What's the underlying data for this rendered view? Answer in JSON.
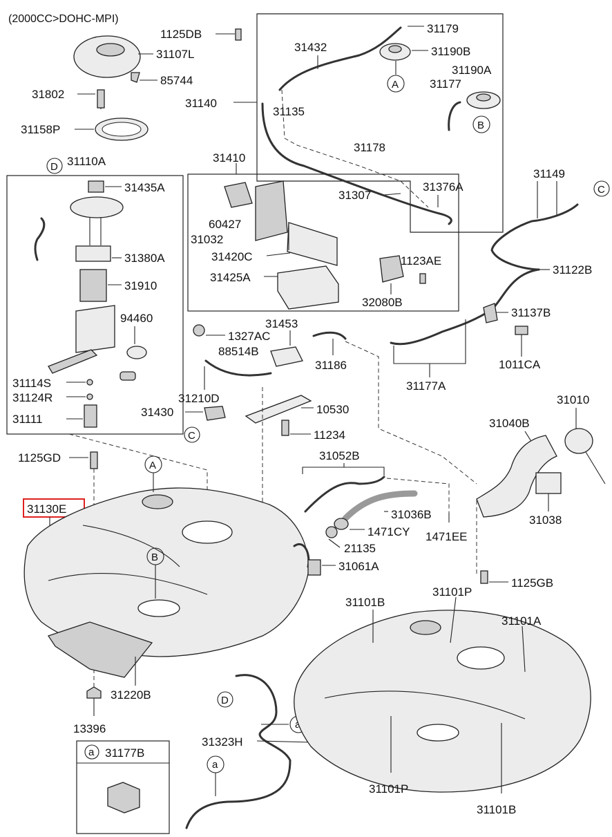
{
  "title": "(2000CC>DOHC-MPI)",
  "highlight": {
    "part": "31130E",
    "color": "#e02020"
  },
  "labels": {
    "p1125DB": "1125DB",
    "p31107L": "31107L",
    "p85744": "85744",
    "p31802": "31802",
    "p31158P": "31158P",
    "p31110A": "31110A",
    "p31435A": "31435A",
    "p31380A": "31380A",
    "p31910": "31910",
    "p94460": "94460",
    "p31114S": "31114S",
    "p31124R": "31124R",
    "p31111": "31111",
    "p31432": "31432",
    "p31179": "31179",
    "p31190B": "31190B",
    "p31190A": "31190A",
    "p31177": "31177",
    "p31140": "31140",
    "p31135": "31135",
    "p31178": "31178",
    "p31307": "31307",
    "p31376A": "31376A",
    "p31410": "31410",
    "p60427": "60427",
    "p31032": "31032",
    "p31420C": "31420C",
    "p1123AE": "1123AE",
    "p31425A": "31425A",
    "p32080B": "32080B",
    "p31149": "31149",
    "p31122B": "31122B",
    "p31137B": "31137B",
    "p1011CA": "1011CA",
    "p31177A": "31177A",
    "p31453": "31453",
    "p1327AC": "1327AC",
    "p88514B": "88514B",
    "p31186": "31186",
    "p31210D": "31210D",
    "p31430": "31430",
    "p10530": "10530",
    "p11234": "11234",
    "p31010": "31010",
    "p31040B": "31040B",
    "p31052B": "31052B",
    "p1125GD": "1125GD",
    "p31130E": "31130E",
    "p31036B": "31036B",
    "p1471CY": "1471CY",
    "p1471EE": "1471EE",
    "p31038": "31038",
    "p21135": "21135",
    "p31061A": "31061A",
    "p1125GB": "1125GB",
    "p31101B_top": "31101B",
    "p31101P_top": "31101P",
    "p31101A": "31101A",
    "p31220B": "31220B",
    "p13396": "13396",
    "p31323H": "31323H",
    "p31177B": "31177B",
    "p31101P_bottom": "31101P",
    "p31101B_bottom": "31101B"
  },
  "callouts": {
    "A": "A",
    "B": "B",
    "C": "C",
    "D": "D",
    "a": "a"
  }
}
